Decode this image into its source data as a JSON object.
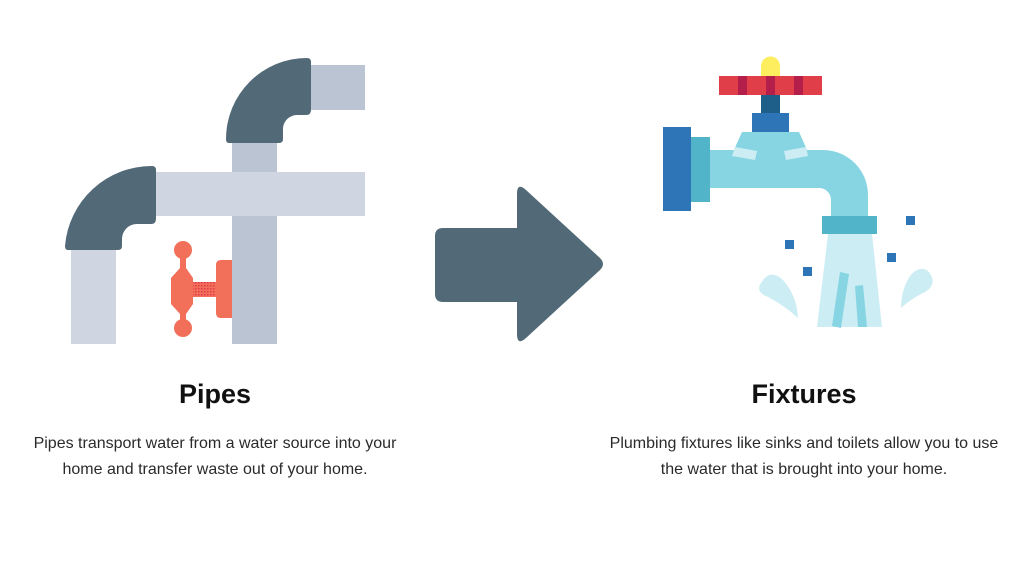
{
  "left": {
    "title": "Pipes",
    "description": "Pipes transport water from a water source into your home and transfer waste out of your home.",
    "icon": "pipes-icon"
  },
  "arrow": {
    "icon": "right-arrow-icon"
  },
  "right": {
    "title": "Fixtures",
    "description": "Plumbing fixtures like sinks and toilets allow you to use the water that is brought into your home.",
    "icon": "faucet-icon"
  },
  "colors": {
    "pipe_dark": "#526a78",
    "pipe_light": "#cfd6e2",
    "pipe_mid": "#bac4d2",
    "valve": "#f26f5a",
    "faucet_light": "#87d5e2",
    "faucet_blue": "#2e75b8",
    "handle_red": "#e03e48"
  }
}
